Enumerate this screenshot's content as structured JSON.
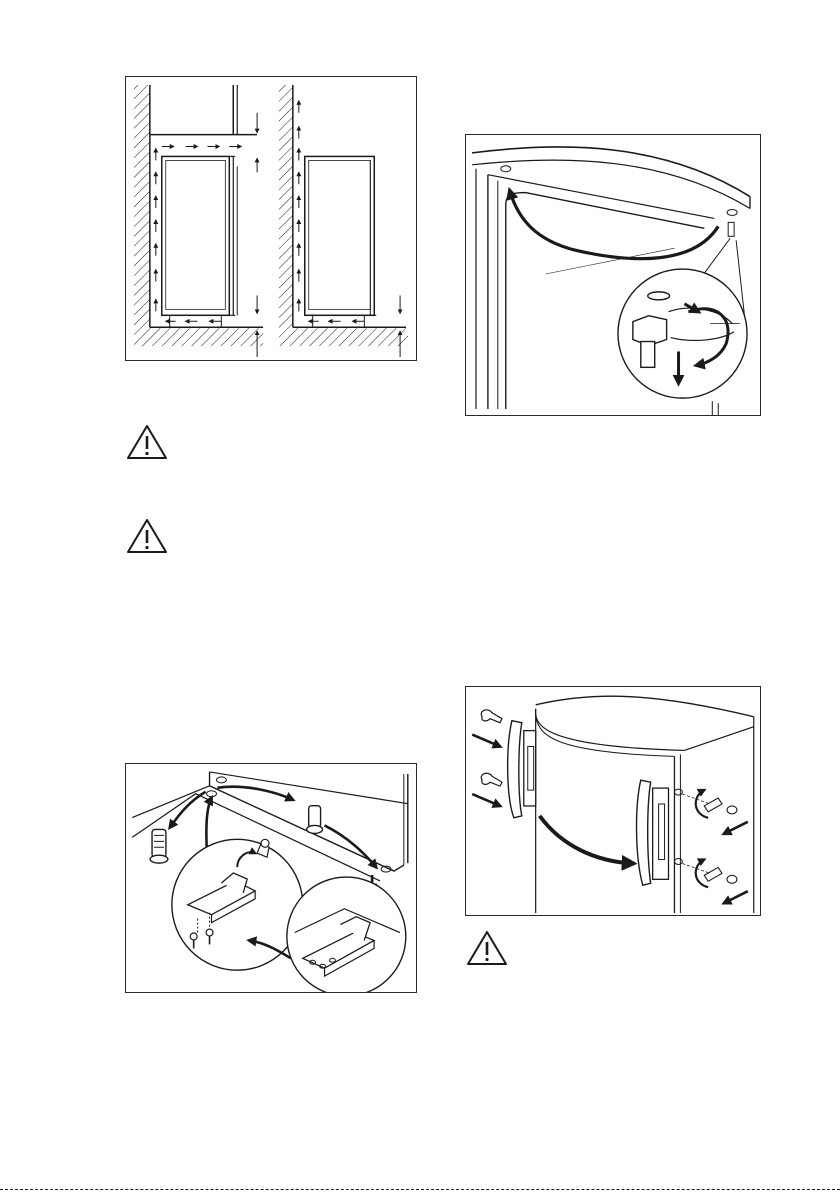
{
  "page": {
    "figures": [
      {
        "id": "fig-ventilation",
        "icon": "ventilation-clearance-diagram"
      },
      {
        "id": "fig-hinge-pin",
        "icon": "upper-hinge-pin-diagram"
      },
      {
        "id": "fig-lower-hinge",
        "icon": "lower-hinge-bracket-diagram"
      },
      {
        "id": "fig-handle",
        "icon": "door-handle-refit-diagram"
      }
    ],
    "warnings": [
      "warning-triangle-icon",
      "warning-triangle-icon",
      "warning-triangle-icon"
    ]
  },
  "colors": {
    "line": "#1a1a1a",
    "frame": "#2a2a2a",
    "background": "#ffffff"
  }
}
